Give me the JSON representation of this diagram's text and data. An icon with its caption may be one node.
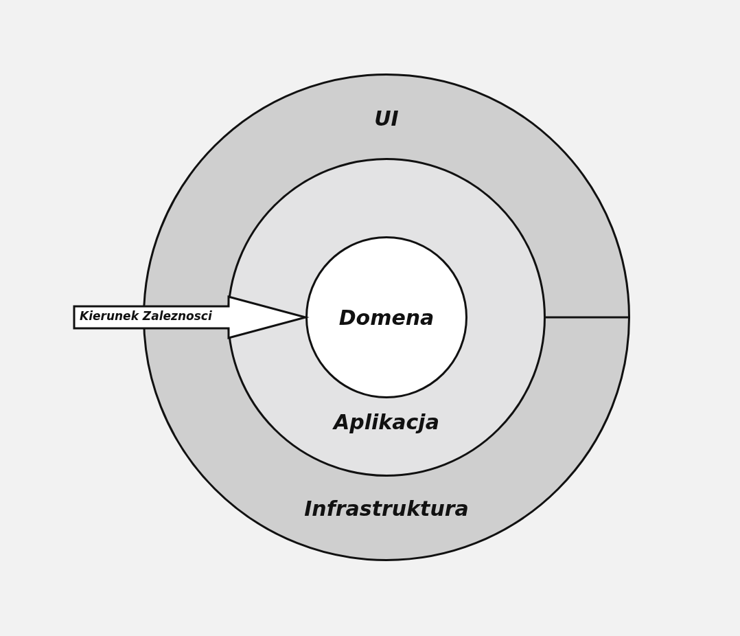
{
  "diagram": {
    "nodes": [
      {
        "text": [
          "UI",
          "Infrastruktura"
        ]
      },
      {
        "text": [
          "Aplikacja"
        ],
        "in": 0
      },
      {
        "text": [
          "Domena"
        ],
        "in": 1
      }
    ],
    "edges": [
      {
        "from": null,
        "to": 2,
        "arrow": "to",
        "label": "Kierunek Zaleznosci"
      }
    ]
  }
}
